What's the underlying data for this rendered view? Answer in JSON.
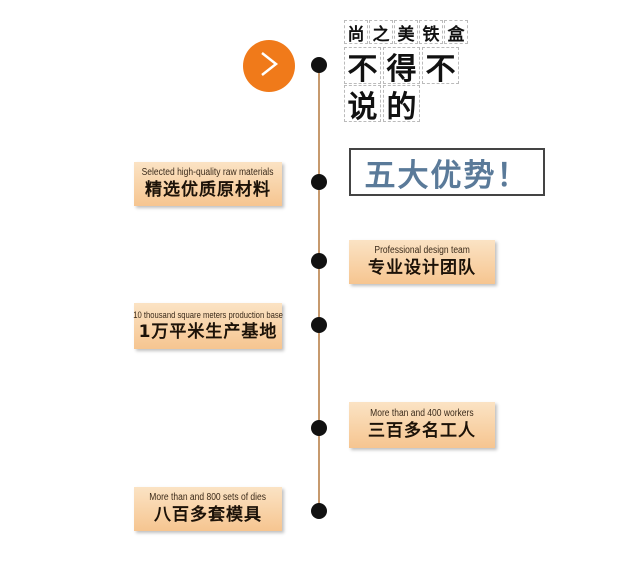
{
  "header": {
    "title_small_chars": [
      "尚",
      "之",
      "美",
      "铁",
      "盒"
    ],
    "title_line1_chars": [
      "不",
      "得",
      "不"
    ],
    "title_line2_chars": [
      "说",
      "的"
    ],
    "advantage_text": "五大优势！"
  },
  "features": [
    {
      "en": "Selected high-quality raw materials",
      "cn": "精选优质原材料"
    },
    {
      "en": "Professional design team",
      "cn": "专业设计团队"
    },
    {
      "en": "10 thousand square meters production base",
      "cn": "1万平米生产基地"
    },
    {
      "en": "More than and 400 workers",
      "cn": "三百多名工人"
    },
    {
      "en": "More than and 800 sets of dies",
      "cn": "八百多套模具"
    }
  ],
  "colors": {
    "accent": "#f07a1a",
    "advantage_text": "#5a7a99",
    "timeline": "#c79a6e"
  }
}
